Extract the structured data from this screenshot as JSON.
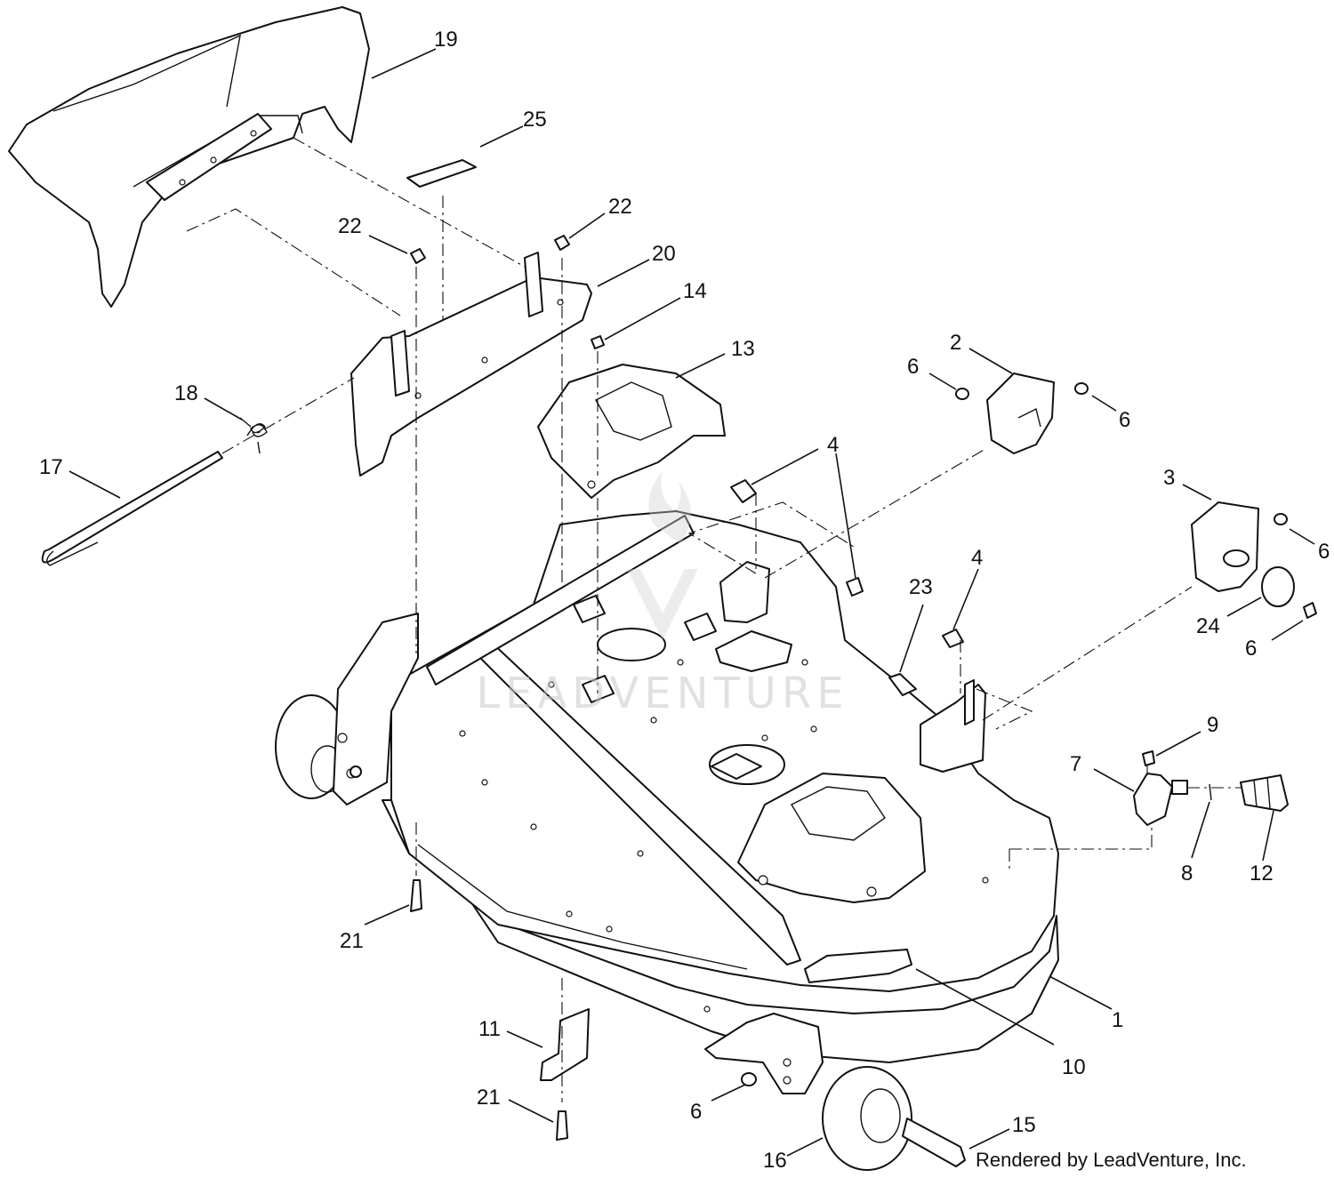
{
  "diagram": {
    "watermark": "LEADVENTURE",
    "credit": "Rendered by LeadVenture, Inc.",
    "callouts": [
      {
        "id": "c19",
        "label": "19"
      },
      {
        "id": "c25",
        "label": "25"
      },
      {
        "id": "c22a",
        "label": "22"
      },
      {
        "id": "c22b",
        "label": "22"
      },
      {
        "id": "c20",
        "label": "20"
      },
      {
        "id": "c14",
        "label": "14"
      },
      {
        "id": "c13",
        "label": "13"
      },
      {
        "id": "c18",
        "label": "18"
      },
      {
        "id": "c17",
        "label": "17"
      },
      {
        "id": "c2",
        "label": "2"
      },
      {
        "id": "c6a",
        "label": "6"
      },
      {
        "id": "c6b",
        "label": "6"
      },
      {
        "id": "c4a",
        "label": "4"
      },
      {
        "id": "c3",
        "label": "3"
      },
      {
        "id": "c6c",
        "label": "6"
      },
      {
        "id": "c23",
        "label": "23"
      },
      {
        "id": "c4b",
        "label": "4"
      },
      {
        "id": "c24",
        "label": "24"
      },
      {
        "id": "c6d",
        "label": "6"
      },
      {
        "id": "c9",
        "label": "9"
      },
      {
        "id": "c7",
        "label": "7"
      },
      {
        "id": "c8",
        "label": "8"
      },
      {
        "id": "c12",
        "label": "12"
      },
      {
        "id": "c21a",
        "label": "21"
      },
      {
        "id": "c1",
        "label": "1"
      },
      {
        "id": "c10",
        "label": "10"
      },
      {
        "id": "c11",
        "label": "11"
      },
      {
        "id": "c21b",
        "label": "21"
      },
      {
        "id": "c6e",
        "label": "6"
      },
      {
        "id": "c15",
        "label": "15"
      },
      {
        "id": "c16",
        "label": "16"
      }
    ]
  }
}
